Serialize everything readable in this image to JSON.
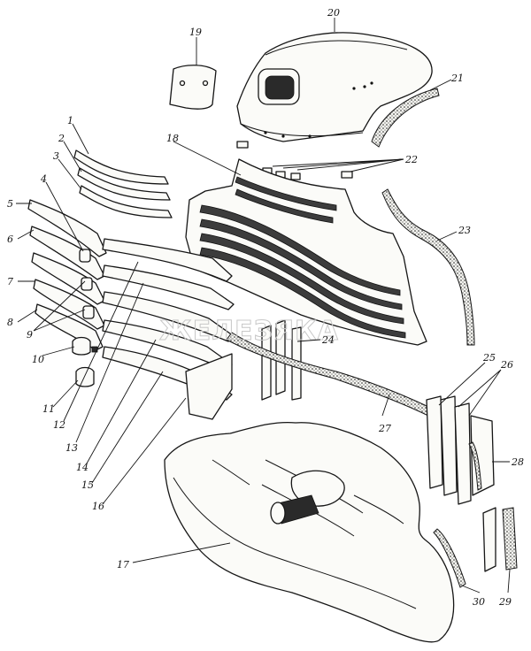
{
  "diagram": {
    "watermark": "ЖЕЛЕЗЯКА",
    "accent_color": "#161616",
    "callouts": [
      {
        "id": "1",
        "label": "1"
      },
      {
        "id": "2",
        "label": "2"
      },
      {
        "id": "3",
        "label": "3"
      },
      {
        "id": "4",
        "label": "4"
      },
      {
        "id": "5",
        "label": "5"
      },
      {
        "id": "6",
        "label": "6"
      },
      {
        "id": "7",
        "label": "7"
      },
      {
        "id": "8",
        "label": "8"
      },
      {
        "id": "9",
        "label": "9"
      },
      {
        "id": "10",
        "label": "10"
      },
      {
        "id": "11",
        "label": "11"
      },
      {
        "id": "12",
        "label": "12"
      },
      {
        "id": "13",
        "label": "13"
      },
      {
        "id": "14",
        "label": "14"
      },
      {
        "id": "15",
        "label": "15"
      },
      {
        "id": "16",
        "label": "16"
      },
      {
        "id": "17",
        "label": "17"
      },
      {
        "id": "18",
        "label": "18"
      },
      {
        "id": "19",
        "label": "19"
      },
      {
        "id": "20",
        "label": "20"
      },
      {
        "id": "21",
        "label": "21"
      },
      {
        "id": "22",
        "label": "22"
      },
      {
        "id": "23",
        "label": "23"
      },
      {
        "id": "24",
        "label": "24"
      },
      {
        "id": "25",
        "label": "25"
      },
      {
        "id": "26",
        "label": "26"
      },
      {
        "id": "27",
        "label": "27"
      },
      {
        "id": "28",
        "label": "28"
      },
      {
        "id": "29",
        "label": "29"
      },
      {
        "id": "30",
        "label": "30"
      }
    ]
  }
}
